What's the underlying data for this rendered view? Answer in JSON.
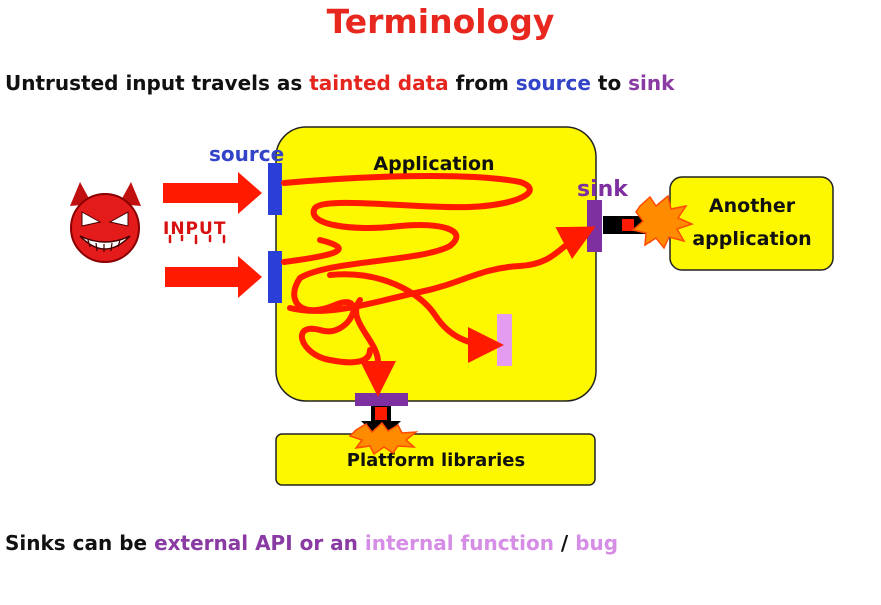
{
  "title": "Terminology",
  "intro": {
    "p1": "Untrusted input travels as ",
    "tainted": "tainted data",
    "p2": " from ",
    "source": "source",
    "p3": " to ",
    "sink": "sink"
  },
  "footer": {
    "p1": "Sinks can be ",
    "external": "external API",
    "p2": " or an ",
    "internal": "internal function",
    "p3": " / ",
    "bug": "bug"
  },
  "diagram": {
    "input_label": "INPUT",
    "source_label": "source",
    "sink_label": "sink",
    "application_label": "Application",
    "another_app_line1": "Another",
    "another_app_line2": "application",
    "platform_label": "Platform libraries"
  },
  "colors": {
    "title": "#e8281e",
    "tainted": "#e5261f",
    "source": "#3444c8",
    "sink": "#8a3aa3",
    "internal": "#d58de6",
    "box_fill": "#fdf700",
    "flow": "#ff1a00"
  },
  "icons": [
    "devil-face-icon",
    "explosion-icon"
  ]
}
